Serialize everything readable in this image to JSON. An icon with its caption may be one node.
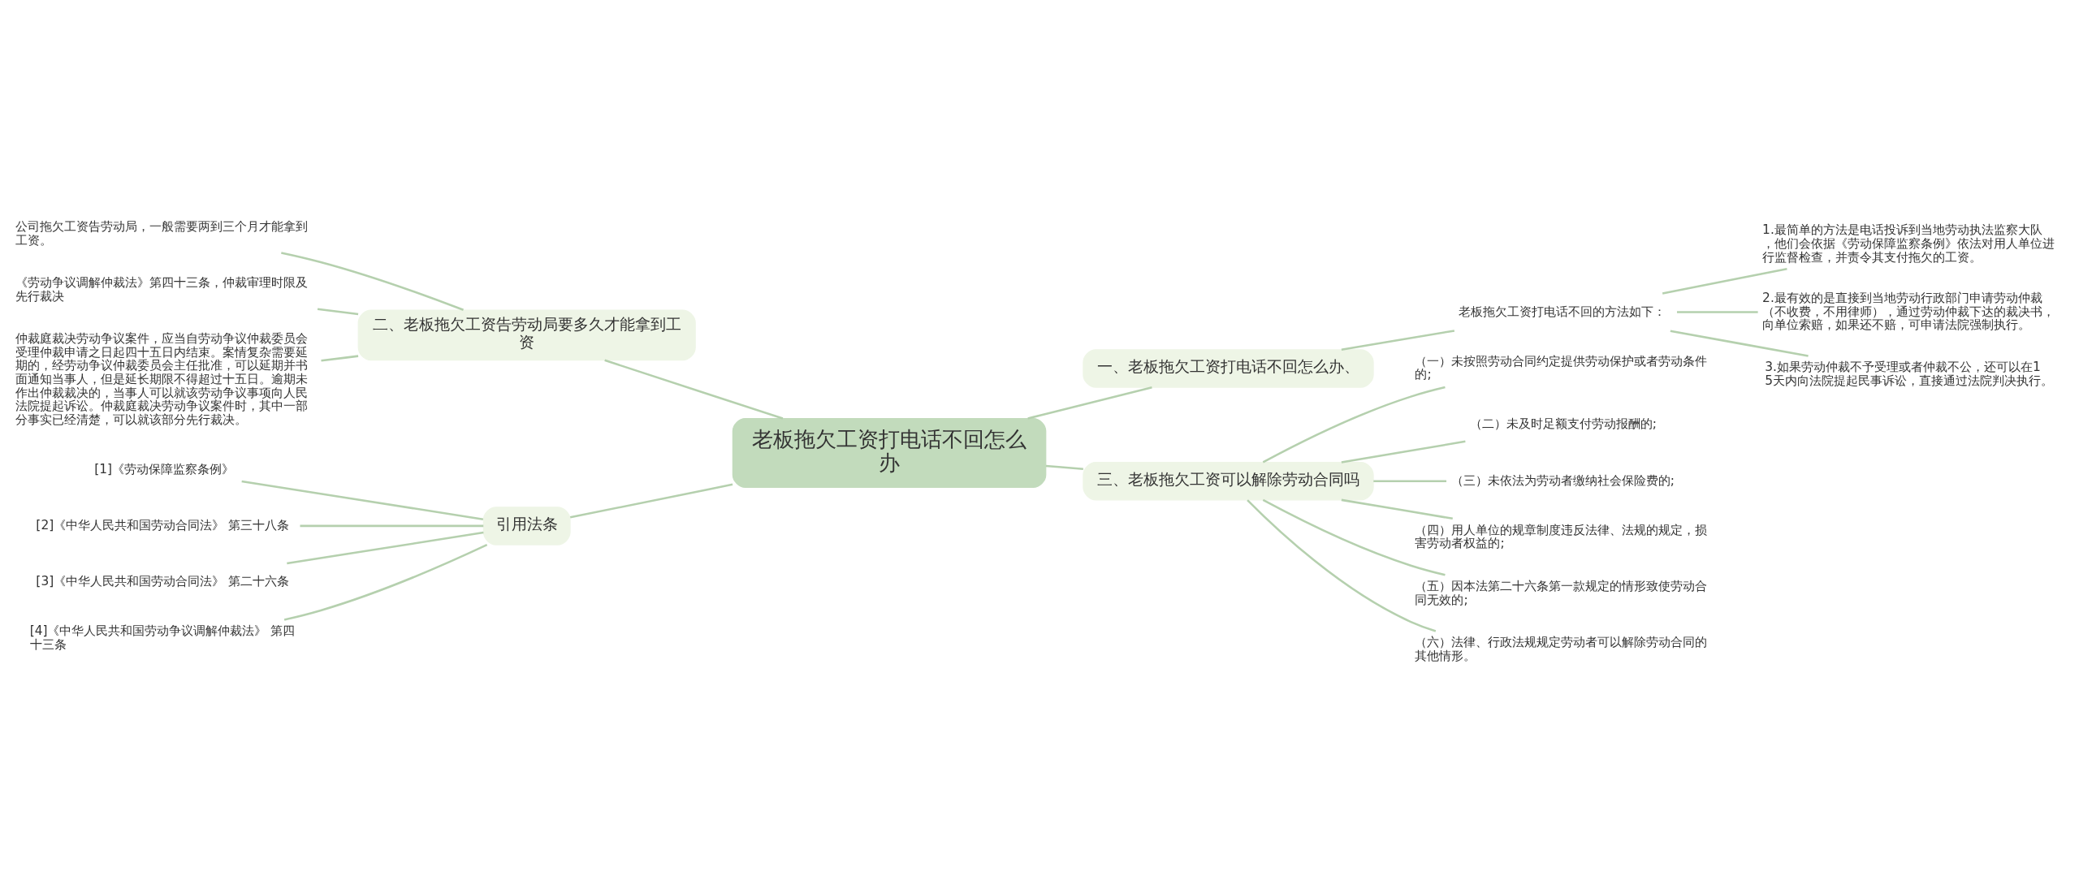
{
  "diagram": {
    "nodes": [
      {
        "text": [
          "老板拖欠工资打电话不回怎么办"
        ]
      },
      {
        "text": [
          "二、老板拖欠工资告劳动局要多久才能拿到工资"
        ]
      },
      {
        "text": [
          "公司拖欠工资告劳动局，一般需要两到三个月才能拿到工资。"
        ]
      },
      {
        "text": [
          "《劳动争议调解仲裁法》第四十三条，仲裁审理时限及先行裁决"
        ]
      },
      {
        "text": [
          "仲裁庭裁决劳动争议案件，应当自劳动争议仲裁委员会受理仲裁申请之日起四十五日内结束。案情复杂需要延期的，经劳动争议仲裁委员会主任批准，可以延期并书面通知当事人，但是延长期限不得超过十五日。逾期未作出仲裁裁决的，当事人可以就该劳动争议事项向人民法院提起诉讼。仲裁庭裁决劳动争议案件时，其中一部分事实已经清楚，可以就该部分先行裁决。"
        ]
      },
      {
        "text": [
          "引用法条"
        ]
      },
      {
        "text": [
          "[1]《劳动保障监察条例》"
        ]
      },
      {
        "text": [
          "[2]《中华人民共和国劳动合同法》 第三十八条"
        ]
      },
      {
        "text": [
          "[3]《中华人民共和国劳动合同法》 第二十六条"
        ]
      },
      {
        "text": [
          "[4]《中华人民共和国劳动争议调解仲裁法》 第四十三条"
        ]
      },
      {
        "text": [
          "一、老板拖欠工资打电话不回怎么办、"
        ]
      },
      {
        "text": [
          "老板拖欠工资打电话不回的方法如下："
        ]
      },
      {
        "text": [
          "1.最简单的方法是电话投诉到当地劳动执法监察大队，他们会依据《劳动保障监察条例》依法对用人单位进行监督检查，并责令其支付拖欠的工资。"
        ]
      },
      {
        "text": [
          "2.最有效的是直接到当地劳动行政部门申请劳动仲裁（不收费，不用律师），通过劳动仲裁下达的裁决书，向单位索赔，如果还不赔，可申请法院强制执行。"
        ]
      },
      {
        "text": [
          "3.如果劳动仲裁不予受理或者仲裁不公，还可以在15天内向法院提起民事诉讼，直接通过法院判决执行。"
        ]
      },
      {
        "text": [
          "三、老板拖欠工资可以解除劳动合同吗"
        ]
      },
      {
        "text": [
          "（一）未按照劳动合同约定提供劳动保护或者劳动条件的;"
        ]
      },
      {
        "text": [
          "（二）未及时足额支付劳动报酬的;"
        ]
      },
      {
        "text": [
          "（三）未依法为劳动者缴纳社会保险费的;"
        ]
      },
      {
        "text": [
          "（四）用人单位的规章制度违反法律、法规的规定，损害劳动者权益的;"
        ]
      },
      {
        "text": [
          "（五）因本法第二十六条第一款规定的情形致使劳动合同无效的;"
        ]
      },
      {
        "text": [
          "（六）法律、行政法规规定劳动者可以解除劳动合同的其他情形。"
        ]
      }
    ],
    "edges": [
      {
        "from": 0,
        "to": 1,
        "arrow": "none"
      },
      {
        "from": 1,
        "to": 2,
        "arrow": "none"
      },
      {
        "from": 1,
        "to": 3,
        "arrow": "none"
      },
      {
        "from": 1,
        "to": 4,
        "arrow": "none"
      },
      {
        "from": 0,
        "to": 5,
        "arrow": "none"
      },
      {
        "from": 5,
        "to": 6,
        "arrow": "none"
      },
      {
        "from": 5,
        "to": 7,
        "arrow": "none"
      },
      {
        "from": 5,
        "to": 8,
        "arrow": "none"
      },
      {
        "from": 5,
        "to": 9,
        "arrow": "none"
      },
      {
        "from": 0,
        "to": 10,
        "arrow": "none"
      },
      {
        "from": 10,
        "to": 11,
        "arrow": "none"
      },
      {
        "from": 11,
        "to": 12,
        "arrow": "none"
      },
      {
        "from": 11,
        "to": 13,
        "arrow": "none"
      },
      {
        "from": 11,
        "to": 14,
        "arrow": "none"
      },
      {
        "from": 0,
        "to": 15,
        "arrow": "none"
      },
      {
        "from": 15,
        "to": 16,
        "arrow": "none"
      },
      {
        "from": 15,
        "to": 17,
        "arrow": "none"
      },
      {
        "from": 15,
        "to": 18,
        "arrow": "none"
      },
      {
        "from": 15,
        "to": 19,
        "arrow": "none"
      },
      {
        "from": 15,
        "to": 20,
        "arrow": "none"
      },
      {
        "from": 15,
        "to": 21,
        "arrow": "none"
      }
    ]
  }
}
